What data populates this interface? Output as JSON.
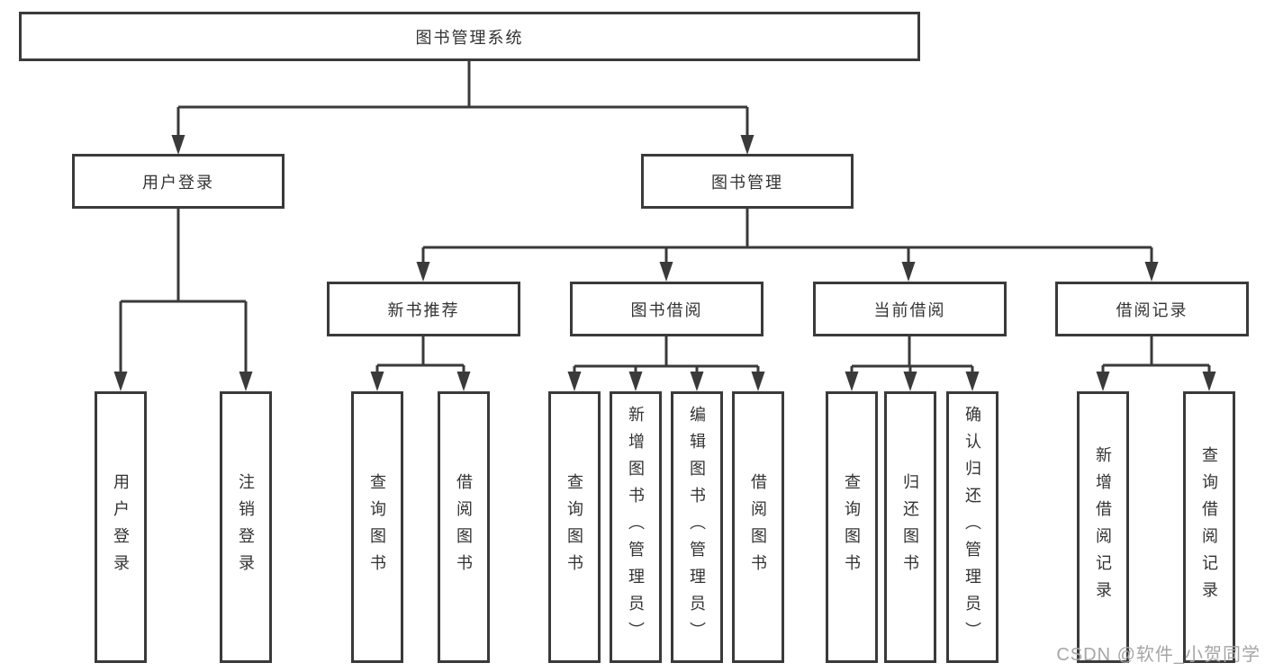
{
  "tree": {
    "label": "图书管理系统",
    "children": [
      {
        "label": "用户登录",
        "children": [
          {
            "label": "用户登录"
          },
          {
            "label": "注销登录"
          }
        ]
      },
      {
        "label": "图书管理",
        "children": [
          {
            "label": "新书推荐",
            "children": [
              {
                "label": "查询图书"
              },
              {
                "label": "借阅图书"
              }
            ]
          },
          {
            "label": "图书借阅",
            "children": [
              {
                "label": "查询图书"
              },
              {
                "label": "新增图书（管理员）"
              },
              {
                "label": "编辑图书（管理员）"
              },
              {
                "label": "借阅图书"
              }
            ]
          },
          {
            "label": "当前借阅",
            "children": [
              {
                "label": "查询图书"
              },
              {
                "label": "归还图书"
              },
              {
                "label": "确认归还（管理员）"
              }
            ]
          },
          {
            "label": "借阅记录",
            "children": [
              {
                "label": "新增借阅记录"
              },
              {
                "label": "查询借阅记录"
              }
            ]
          }
        ]
      }
    ]
  },
  "watermark": "CSDN @软件_小贺同学",
  "colors": {
    "line": "#3a3a3a",
    "text": "#333333",
    "background": "#ffffff",
    "watermark": "#a6a6a6"
  }
}
